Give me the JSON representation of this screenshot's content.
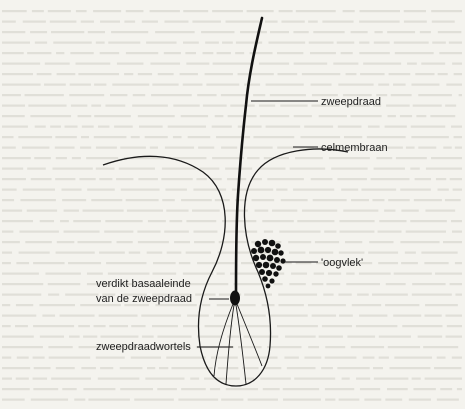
{
  "labels": {
    "zweepdraad": "zweepdraad",
    "celmembraan": "celmembraan",
    "oogvlek": "'oogvlek'",
    "basaal_line1": "verdikt basaaleinde",
    "basaal_line2": "van de zweepdraad",
    "wortels": "zweepdraadwortels"
  },
  "colors": {
    "background": "#f4f3ee",
    "ink": "#1a1a1a",
    "bleed_text": "#cfcdc6"
  }
}
